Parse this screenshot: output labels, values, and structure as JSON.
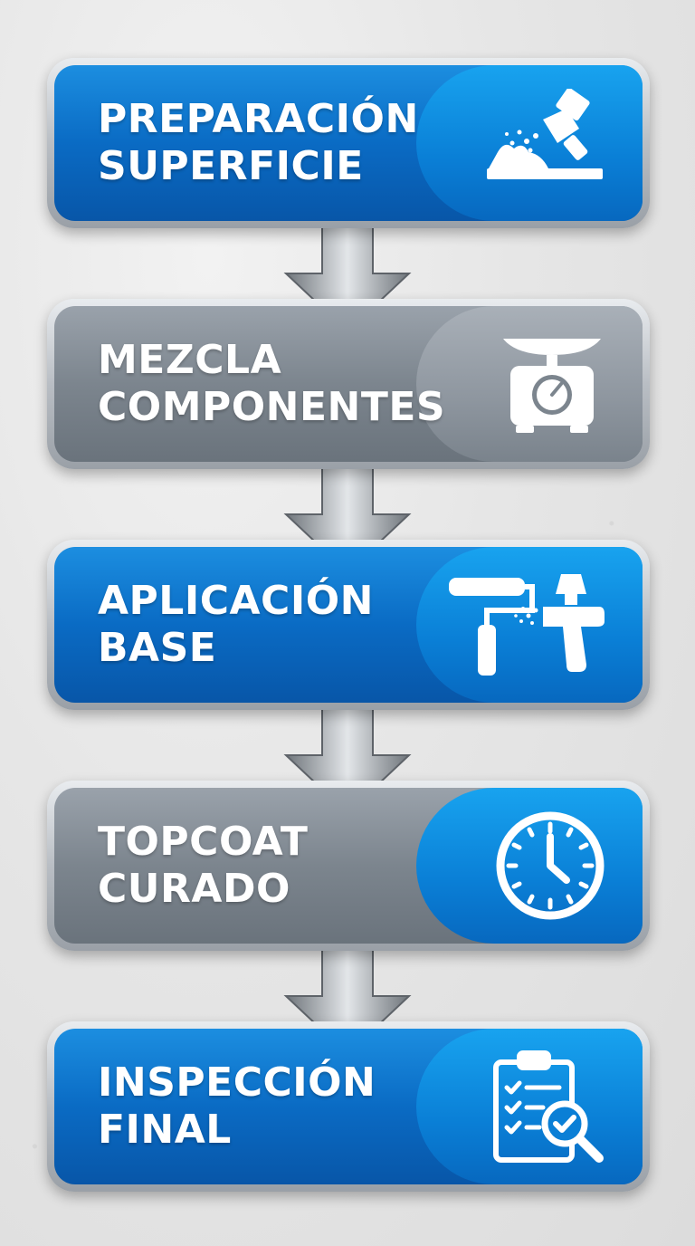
{
  "steps": [
    {
      "line1": "PREPARACIÓN",
      "line2": "SUPERFICIE",
      "icon": "sandblast-icon",
      "color": "blue"
    },
    {
      "line1": "MEZCLA",
      "line2": "COMPONENTES",
      "icon": "scale-icon",
      "color": "gray"
    },
    {
      "line1": "APLICACIÓN",
      "line2": "BASE",
      "icon": "roller-spraygun-icon",
      "color": "blue"
    },
    {
      "line1": "TOPCOAT",
      "line2": "CURADO",
      "icon": "clock-icon",
      "color": "gray"
    },
    {
      "line1": "INSPECCIÓN",
      "line2": "FINAL",
      "icon": "clipboard-inspection-icon",
      "color": "blue"
    }
  ],
  "colors": {
    "blue": "#0a6bc4",
    "gray": "#7c858e",
    "arrow": "#8f959b"
  }
}
